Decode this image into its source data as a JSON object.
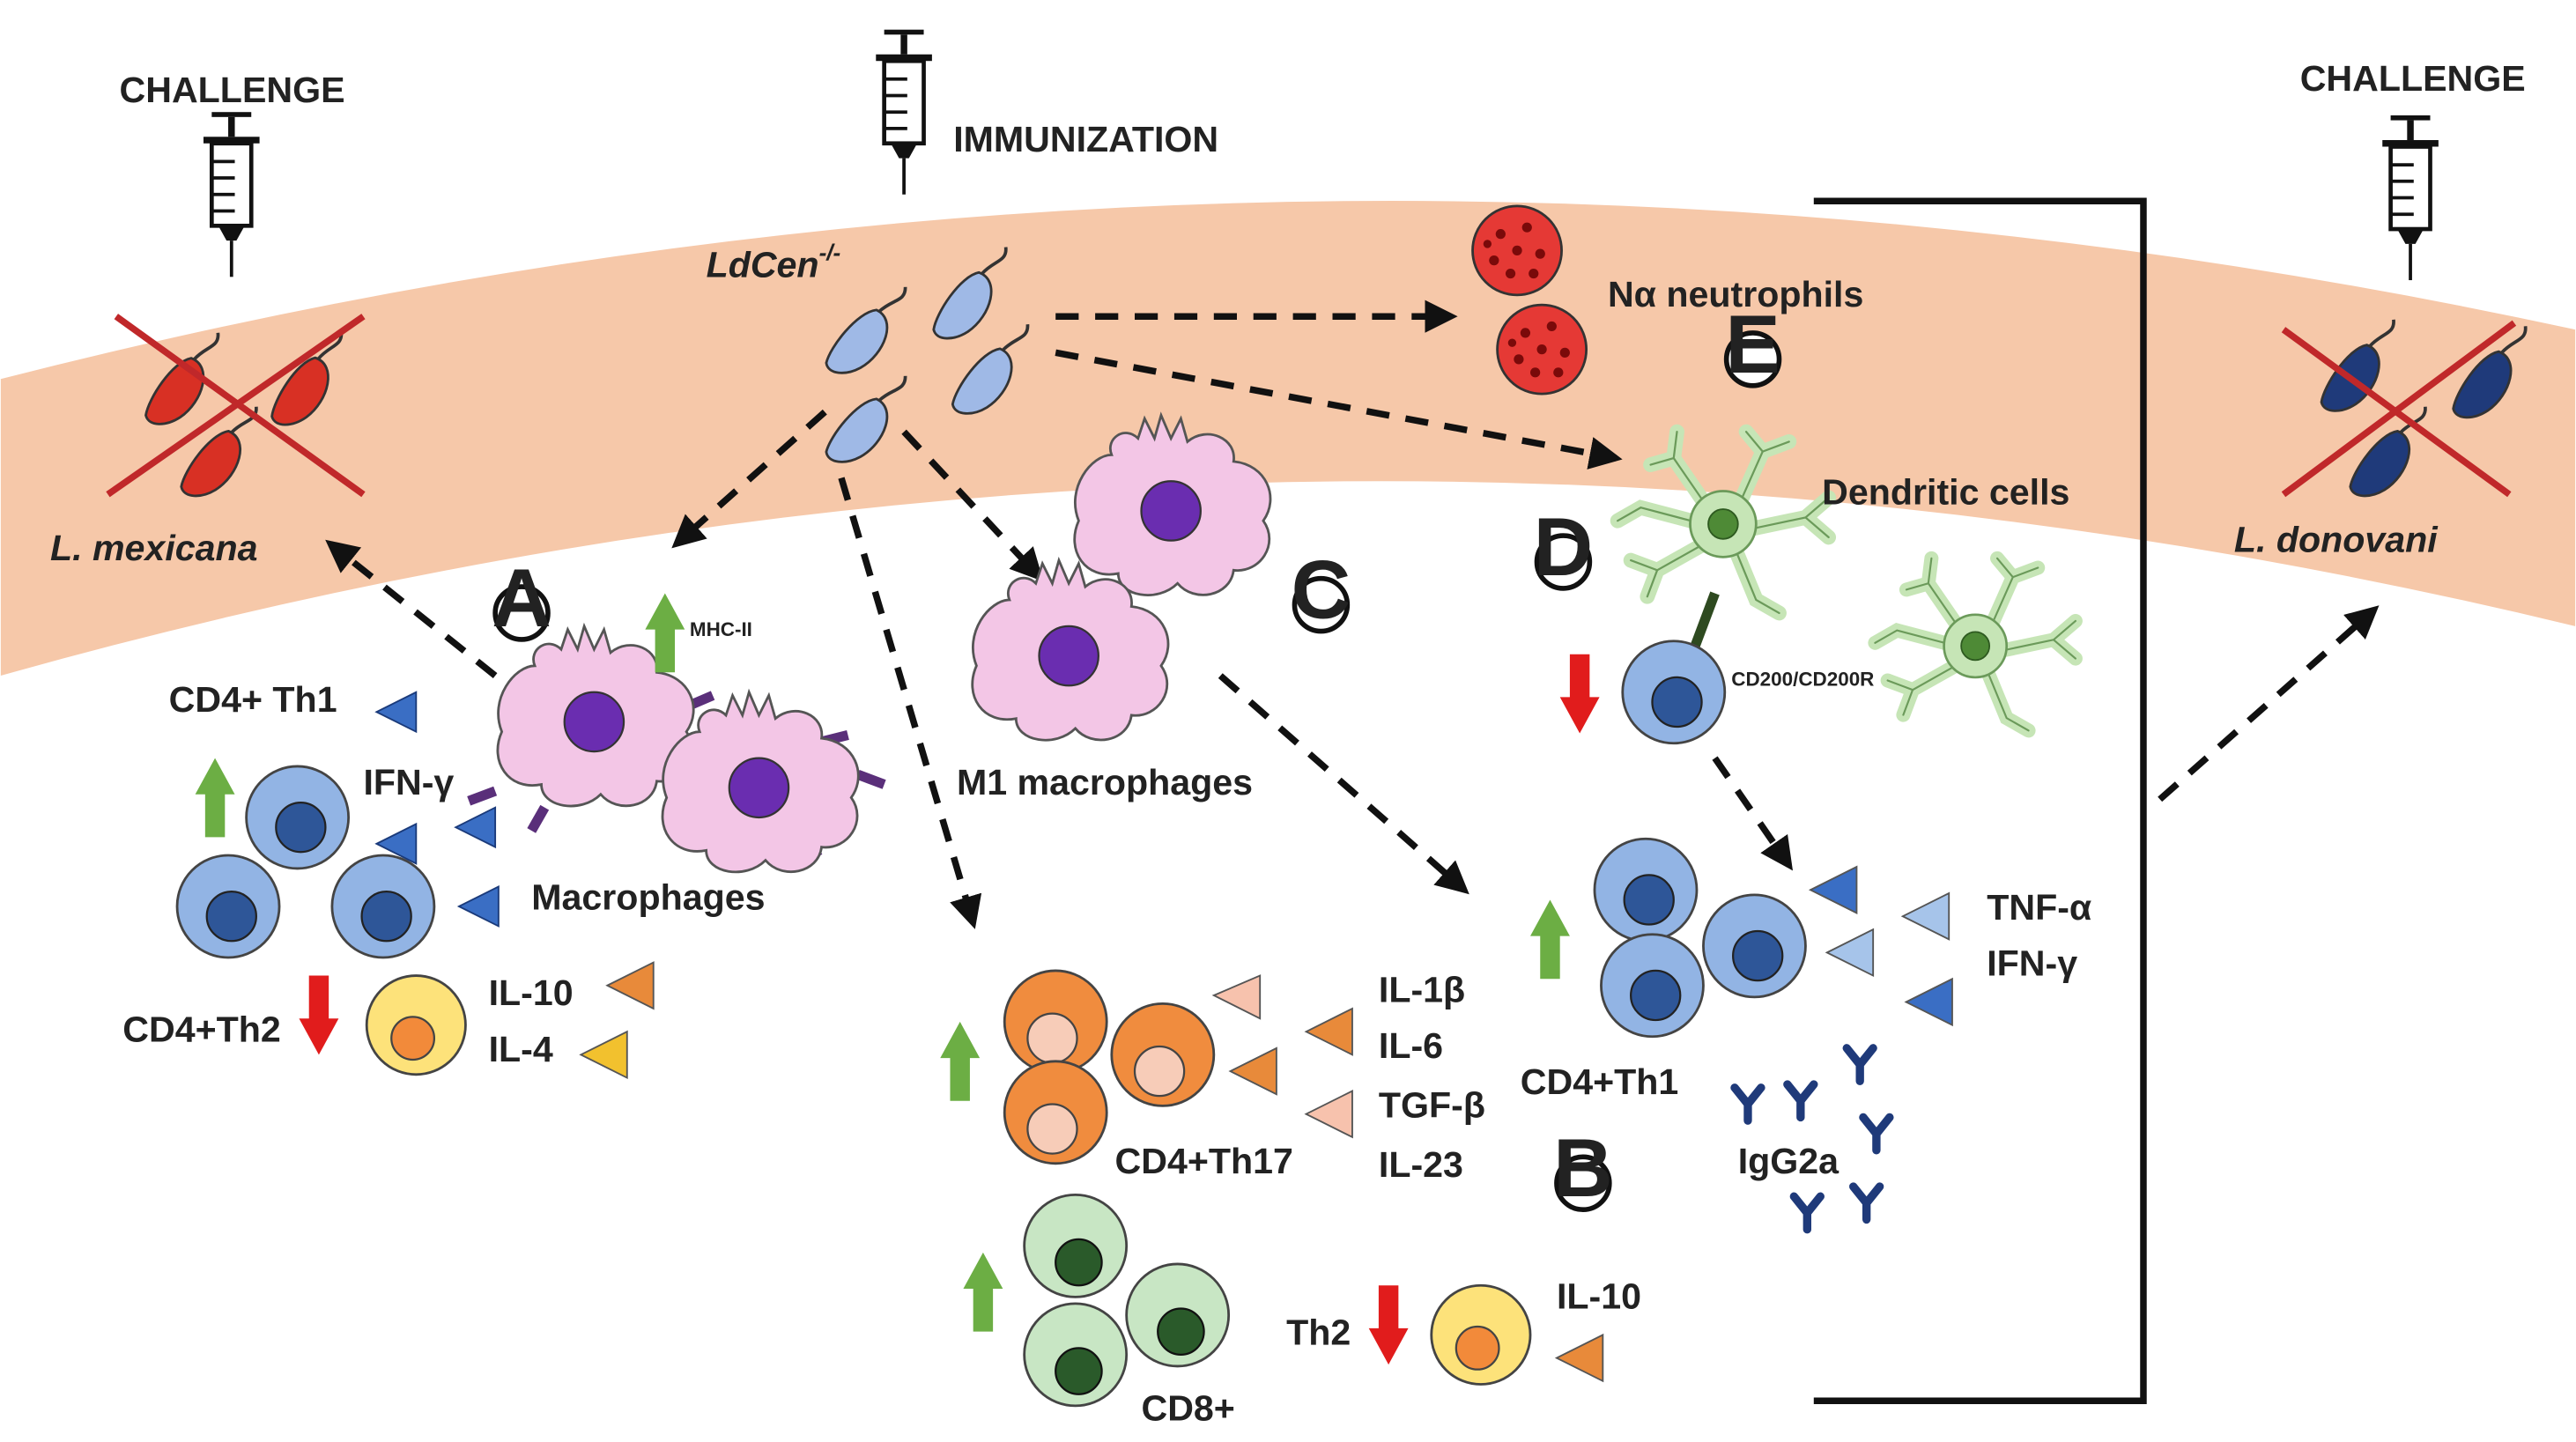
{
  "labels": {
    "challenge_left": "CHALLENGE",
    "challenge_right": "CHALLENGE",
    "immunization": "IMMUNIZATION",
    "ldcen": "LdCen",
    "ldcen_sup": "-/-",
    "l_mexicana": "L. mexicana",
    "l_donovani": "L. donovani",
    "neutrophils": "Nα neutrophils",
    "dendritic_cells": "Dendritic cells",
    "cd200": "CD200/CD200R",
    "m1_macrophages": "M1 macrophages",
    "macrophages": "Macrophages",
    "mhc2": "MHC-II",
    "cd4_th1_left": "CD4+ Th1",
    "ifn_left": "IFN-γ",
    "cd4_th2": "CD4+Th2",
    "il10_left": "IL-10",
    "il4": "IL-4",
    "il1b": "IL-1β",
    "il6": "IL-6",
    "tgfb": "TGF-β",
    "il23": "IL-23",
    "cd4_th17": "CD4+Th17",
    "cd8": "CD8+",
    "th2_bottom": "Th2",
    "il10_bottom": "IL-10",
    "cd4_th1_right": "CD4+Th1",
    "tnfa": "TNF-α",
    "ifn_right": "IFN-γ",
    "igg2a": "IgG2a"
  },
  "markers": {
    "a": "A",
    "b": "B",
    "c": "C",
    "d": "D",
    "e": "E"
  },
  "icons": [
    "syringe-icon",
    "parasite-icon",
    "macrophage-icon",
    "neutrophil-icon",
    "dendritic-cell-icon",
    "t-cell-icon",
    "cytokine-triangle-icon",
    "antibody-icon",
    "up-arrow-icon",
    "down-arrow-icon"
  ],
  "colors": {
    "skin": "#f6c8a9",
    "macrophage": "#f3c6e6",
    "macrophage_nucleus": "#6a2db0",
    "th1_cell": "#92b4e4",
    "th1_nucleus": "#2e5698",
    "th17_cell": "#f08c3e",
    "th17_nucleus": "#f7ccb8",
    "cd8_cell": "#c8e6c4",
    "cd8_nucleus": "#2a5a2a",
    "th2_cell": "#fde27a",
    "th2_nucleus": "#f28a3a",
    "dendritic": "#c6e5b6",
    "neutrophil": "#e53935",
    "parasite_blue": "#9fb9e6",
    "parasite_red": "#d83024",
    "parasite_navy": "#1f3a7a",
    "up_arrow": "#6cae44",
    "down_arrow": "#e11c1c",
    "cross": "#c0282a"
  }
}
